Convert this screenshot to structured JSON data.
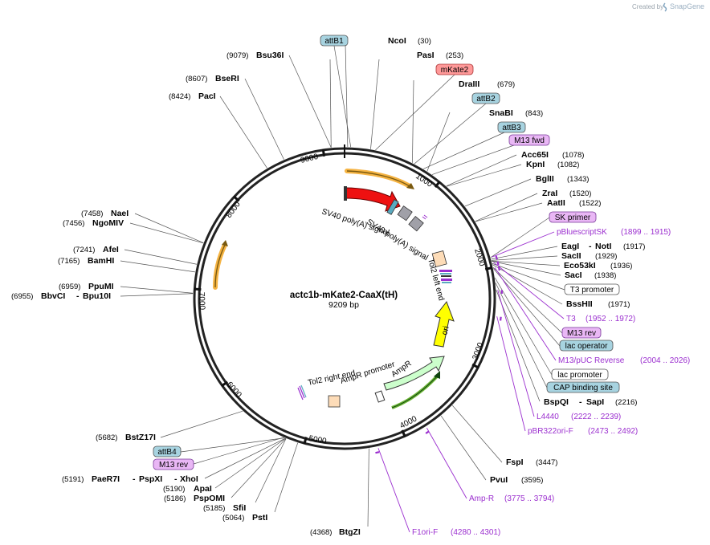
{
  "header": {
    "credit": "Created by",
    "brand": "SnapGene",
    "brand_color": "#9bb0c2"
  },
  "plasmid": {
    "name": "actc1b-mKate2-CaaX(tH)",
    "size_label": "9209 bp"
  },
  "ticks": [
    "1000",
    "2000",
    "3000",
    "4000",
    "5000",
    "6000",
    "7000",
    "8000",
    "9000"
  ],
  "enzymes": {
    "ncoi": "NcoI",
    "ncoi_pos": "(30)",
    "pasi": "PasI",
    "pasi_pos": "(253)",
    "draiii": "DraIII",
    "draiii_pos": "(679)",
    "snabi": "SnaBI",
    "snabi_pos": "(843)",
    "acc65i": "Acc65I",
    "acc65i_pos": "(1078)",
    "kpni": "KpnI",
    "kpni_pos": "(1082)",
    "bglii": "BglII",
    "bglii_pos": "(1343)",
    "zrai": "ZraI",
    "zrai_pos": "(1520)",
    "aatii": "AatII",
    "aatii_pos": "(1522)",
    "eagi": "EagI",
    "noti": "NotI",
    "noti_pos": "(1917)",
    "sacii": "SacII",
    "sacii_pos": "(1929)",
    "eco53ki": "Eco53kI",
    "eco53ki_pos": "(1936)",
    "saci": "SacI",
    "saci_pos": "(1938)",
    "bsshii": "BssHII",
    "bsshii_pos": "(1971)",
    "bspqi": "BspQI",
    "sapi": "SapI",
    "sapi_pos": "(2216)",
    "fspi": "FspI",
    "fspi_pos": "(3447)",
    "pvui": "PvuI",
    "pvui_pos": "(3595)",
    "btgzi": "BtgZI",
    "btgzi_pos": "(4368)",
    "psti": "PstI",
    "psti_pos": "(5064)",
    "sfii": "SfiI",
    "sfii_pos": "(5185)",
    "pspomi": "PspOMI",
    "pspomi_pos": "(5186)",
    "apai": "ApaI",
    "apai_pos": "(5190)",
    "paer7i": "PaeR7I",
    "pspxi": "PspXI",
    "xhoi": "XhoI",
    "xhoi_pos": "(5191)",
    "bstz17i": "BstZ17I",
    "bstz17i_pos": "(5682)",
    "bbvci": "BbvCI",
    "bpu10i": "Bpu10I",
    "bbvci_pos": "(6955)",
    "ppumi": "PpuMI",
    "ppumi_pos": "(6959)",
    "bamhi": "BamHI",
    "bamhi_pos": "(7165)",
    "afei": "AfeI",
    "afei_pos": "(7241)",
    "ngomiv": "NgoMIV",
    "ngomiv_pos": "(7456)",
    "naei": "NaeI",
    "naei_pos": "(7458)",
    "paci": "PacI",
    "paci_pos": "(8424)",
    "bseri": "BseRI",
    "bseri_pos": "(8607)",
    "bsu36i": "Bsu36I",
    "bsu36i_pos": "(9079)",
    "dash": "-"
  },
  "boxes": {
    "attb1": "attB1",
    "mkate2": "mKate2",
    "attb2": "attB2",
    "attb3": "attB3",
    "m13fwd": "M13 fwd",
    "skprimer": "SK primer",
    "t3promoter": "T3 promoter",
    "m13rev": "M13 rev",
    "lacoperator": "lac operator",
    "lacpromoter": "lac promoter",
    "capsite": "CAP binding site",
    "attb4": "attB4",
    "m13rev2": "M13 rev"
  },
  "primers": {
    "pbluescriptsk": "pBluescriptSK",
    "pbluescriptsk_pos": "(1899 .. 1915)",
    "t3": "T3",
    "t3_pos": "(1952 .. 1972)",
    "m13puc": "M13/pUC Reverse",
    "m13puc_pos": "(2004 .. 2026)",
    "l4440": "L4440",
    "l4440_pos": "(2222 .. 2239)",
    "pbr322": "pBR322ori-F",
    "pbr322_pos": "(2473 .. 2492)",
    "ampr": "Amp-R",
    "ampr_pos": "(3775 .. 3794)",
    "f1ori": "F1ori-F",
    "f1ori_pos": "(4280 .. 4301)"
  },
  "features": {
    "sv40a": "SV40 poly(A) signal",
    "sv40b": "SV40 poly(A) signal",
    "tol2left": "Tol2 left end",
    "ori": "ori",
    "amprpromoter": "AmpR promoter",
    "ampr": "AmpR",
    "tol2right": "Tol2 right end"
  },
  "colors": {
    "backbone": "#2b2b2b",
    "mkate2": "#ee1111",
    "ori": "#ffff00",
    "ampr": "#ccffcc",
    "orange_feature": "#f5b342",
    "primer": "#9b2fcf",
    "attb_box": "#a7d3e0",
    "mkate_box": "#ff9999",
    "purple_box": "#e9b7f5"
  }
}
